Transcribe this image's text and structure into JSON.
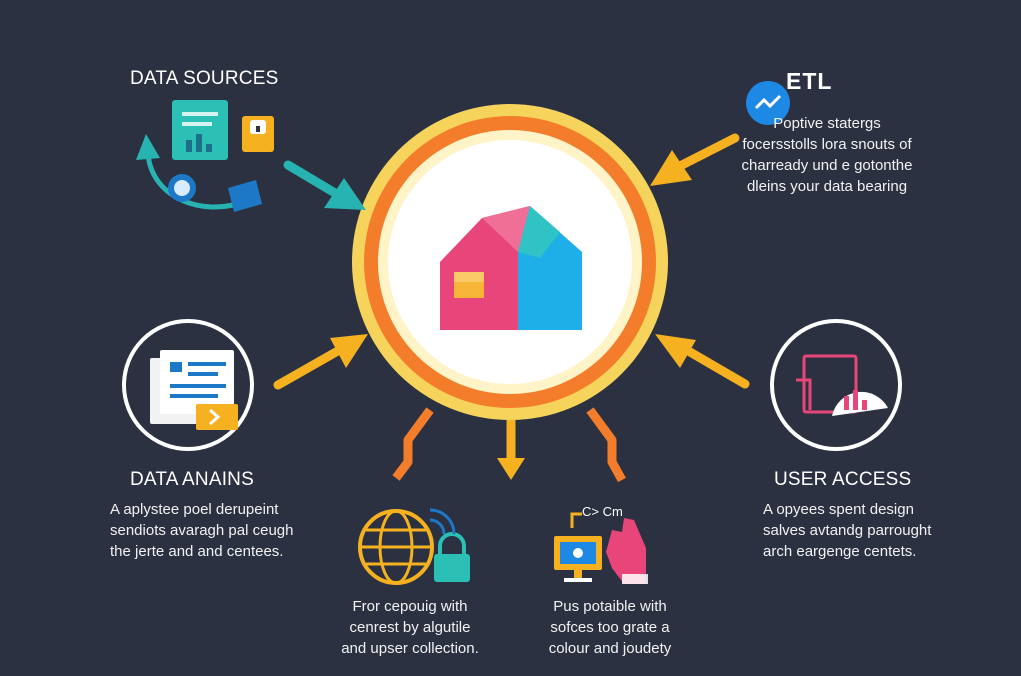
{
  "nodes": {
    "data_sources": {
      "title": "DATA SOURCES"
    },
    "etl": {
      "title": "ETL",
      "description": [
        "Poptive statergs",
        "focersstolls lora snouts of",
        "charready und e gotonthe",
        "dleins your data bearing"
      ]
    },
    "data_analysis": {
      "title": "DATA ANAINS",
      "description": [
        "A aplystee poel derupeint",
        "sendiots avaragh pal ceugh",
        "the jerte and and centees."
      ]
    },
    "user_access": {
      "title": "USER ACCESS",
      "description": [
        "A opyees spent design",
        "salves avtandg parrought",
        "arch eargenge centets."
      ]
    },
    "security": {
      "description": [
        "Fror cepouig with",
        "cenrest by algutile",
        "and upser collection."
      ]
    },
    "device": {
      "badge": "C> Cm",
      "description": [
        "Pus potaible with",
        "sofces too grate a",
        "colour and joudety"
      ]
    }
  },
  "colors": {
    "background": "#2b3140",
    "ring_outer": "#f6d45c",
    "ring_inner": "#f47d2b",
    "arrow_yellow": "#f5b120",
    "arrow_teal": "#27b3b1",
    "house_pink": "#e8467a",
    "house_blue": "#1eaee8"
  },
  "icons": [
    "document-icon",
    "lock-icon",
    "cycle-arrow-icon",
    "etl-chart-icon",
    "warehouse-icon",
    "report-document-icon",
    "analytics-gauge-icon",
    "globe-icon",
    "padlock-icon",
    "wifi-icon",
    "monitor-icon",
    "hand-pointer-icon"
  ]
}
